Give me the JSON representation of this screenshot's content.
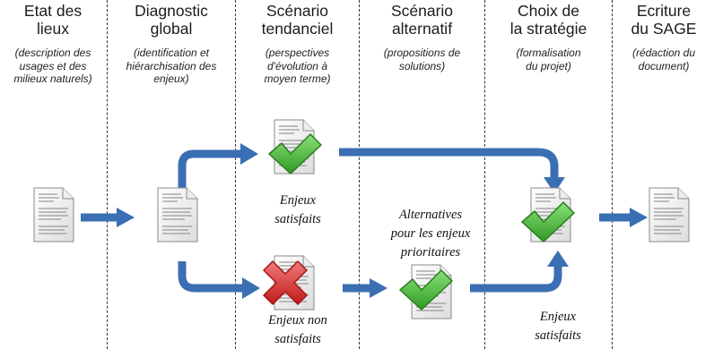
{
  "columns": [
    {
      "title_line1": "Etat des",
      "title_line2": "lieux",
      "sub": [
        "(description des",
        "usages et des",
        "milieux naturels)"
      ]
    },
    {
      "title_line1": "Diagnostic",
      "title_line2": "global",
      "sub": [
        "(identification et",
        "hiérarchisation des",
        "enjeux)"
      ]
    },
    {
      "title_line1": "Scénario",
      "title_line2": "tendanciel",
      "sub": [
        "(perspectives",
        "d'évolution à",
        "moyen terme)"
      ]
    },
    {
      "title_line1": "Scénario",
      "title_line2": "alternatif",
      "sub": [
        "(propositions de",
        "solutions)"
      ]
    },
    {
      "title_line1": "Choix de",
      "title_line2": "la stratégie",
      "sub": [
        "(formalisation",
        "du projet)"
      ]
    },
    {
      "title_line1": "Ecriture",
      "title_line2": "du SAGE",
      "sub": [
        "(rédaction du",
        "document)"
      ]
    }
  ],
  "notes": {
    "enjeux_satisfaits": [
      "Enjeux",
      "satisfaits"
    ],
    "enjeux_non_satisfaits": [
      "Enjeux non",
      "satisfaits"
    ],
    "alternatives": [
      "Alternatives",
      "pour les enjeux",
      "prioritaires"
    ],
    "enjeux_satisfaits_2": [
      "Enjeux",
      "satisfaits"
    ]
  },
  "colors": {
    "arrow": "#3b6fb3",
    "check": "#3cae2c",
    "cross": "#d42a2a"
  },
  "icons": [
    "document-icon",
    "check-icon",
    "cross-icon",
    "arrow"
  ]
}
